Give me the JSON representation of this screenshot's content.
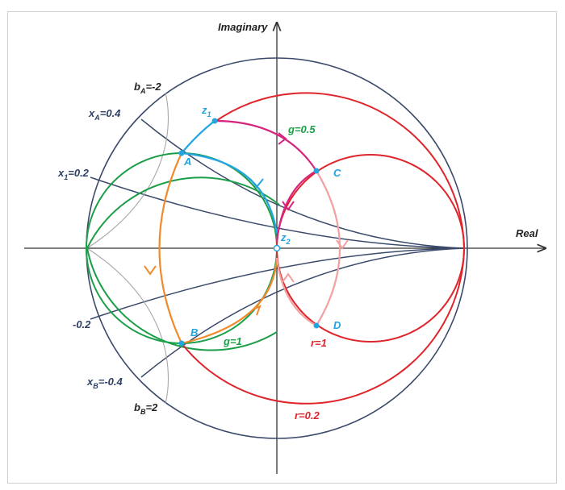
{
  "axes": {
    "imaginary": "Imaginary",
    "real": "Real"
  },
  "labels": {
    "bA": "b",
    "bA_sub": "A",
    "bA_val": "=-2",
    "xA": "x",
    "xA_sub": "A",
    "xA_val": "=0.4",
    "x1": "x",
    "x1_sub": "1",
    "x1_val": "=0.2",
    "neg02": "-0.2",
    "xB": "x",
    "xB_sub": "B",
    "xB_val": "=-0.4",
    "bB": "b",
    "bB_sub": "B",
    "bB_val": "=2",
    "z1": "z",
    "z1_sub": "1",
    "z2": "z",
    "z2_sub": "2",
    "g05": "g=0.5",
    "g1": "g=1",
    "r1": "r=1",
    "r02": "r=0.2"
  },
  "points": {
    "A": "A",
    "B": "B",
    "C": "C",
    "D": "D"
  },
  "colors": {
    "navy": "#3b4a6b",
    "red": "#e0242b",
    "green": "#1c9e48",
    "blue": "#23a5e0",
    "magenta": "#d6247f",
    "orange": "#f08a2c",
    "pink": "#f3a0a0",
    "gray": "#a7a7a7"
  }
}
